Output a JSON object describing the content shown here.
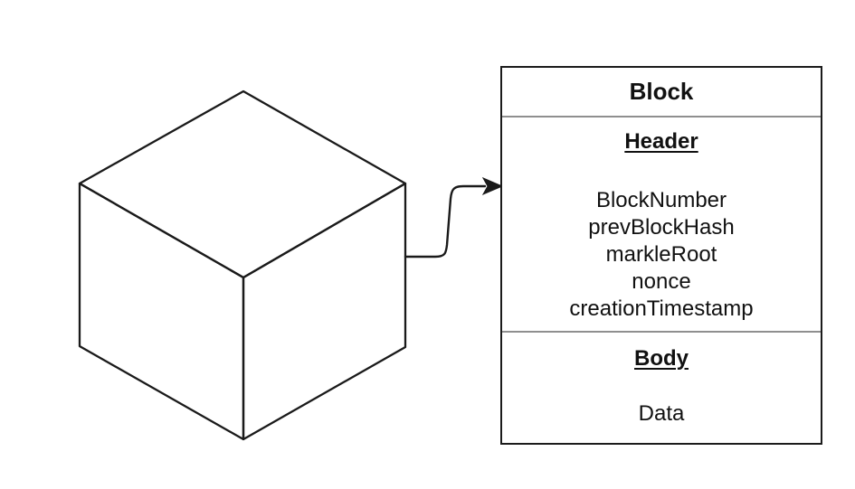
{
  "canvas": {
    "background": "#ffffff",
    "line_color": "#1a1a1a",
    "divider_color": "#8f8f8f"
  },
  "diagram": {
    "cube": {
      "name": "block-cube"
    },
    "arrow": {
      "name": "cube-to-block-arrow"
    },
    "block": {
      "title": "Block",
      "header": {
        "label": "Header",
        "fields": [
          "BlockNumber",
          "prevBlockHash",
          "markleRoot",
          "nonce",
          "creationTimestamp"
        ]
      },
      "body": {
        "label": "Body",
        "fields": [
          "Data"
        ]
      }
    }
  }
}
